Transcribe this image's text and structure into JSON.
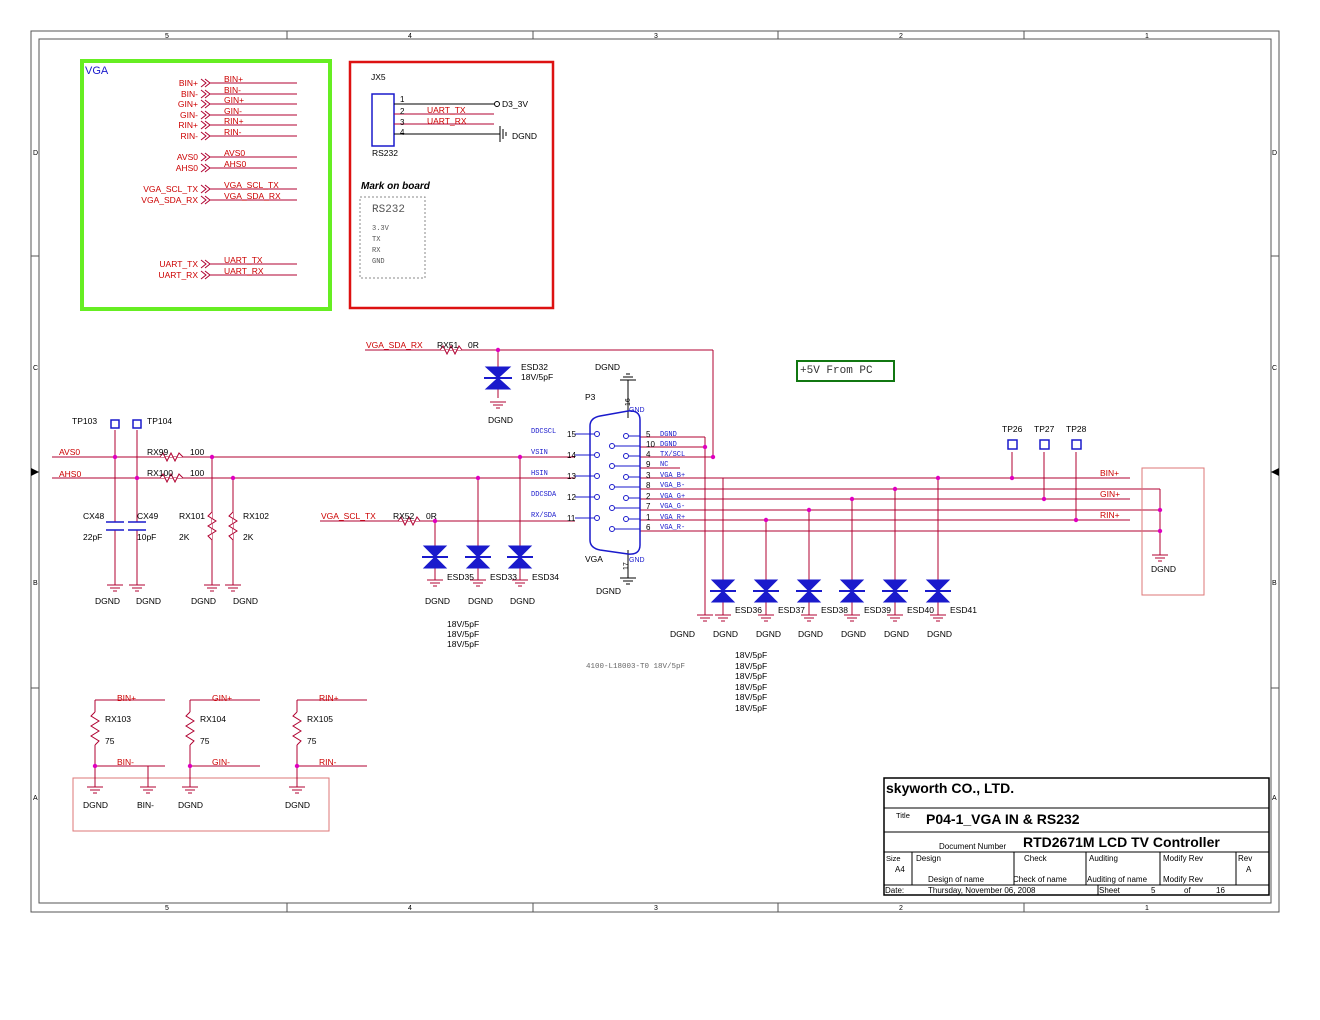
{
  "border": {
    "columns": [
      "5",
      "4",
      "3",
      "2",
      "1"
    ],
    "rows": [
      "D",
      "C",
      "B",
      "A"
    ]
  },
  "vga_block": {
    "title": "VGA",
    "left_labels": [
      "BIN+",
      "BIN-",
      "GIN+",
      "GIN-",
      "RIN+",
      "RIN-",
      "AVS0",
      "AHS0",
      "VGA_SCL_TX",
      "VGA_SDA_RX",
      "UART_TX",
      "UART_RX"
    ],
    "right_labels": [
      "BIN+",
      "BIN-",
      "GIN+",
      "GIN-",
      "RIN+",
      "RIN-",
      "AVS0",
      "AHS0",
      "VGA_SCL_TX",
      "VGA_SDA_RX",
      "UART_TX",
      "UART_RX"
    ]
  },
  "rs232_block": {
    "ref": "JX5",
    "part": "RS232",
    "pins": [
      "1",
      "2",
      "3",
      "4"
    ],
    "nets": [
      "UART_TX",
      "UART_RX"
    ],
    "power": "D3_3V",
    "ground": "DGND",
    "mark_heading": "Mark on board",
    "mark_title": "RS232",
    "mark_lines": [
      "3.3V",
      "TX",
      "RX",
      "GND"
    ]
  },
  "note_5v": "+5V From PC",
  "esd32": {
    "ref": "ESD32",
    "value": "18V/5pF",
    "gnd": "DGND"
  },
  "rx51": {
    "ref": "RX51",
    "value": "0R",
    "net": "VGA_SDA_RX"
  },
  "rx52": {
    "ref": "RX52",
    "value": "0R",
    "net": "VGA_SCL_TX"
  },
  "test_points": [
    "TP103",
    "TP104",
    "TP26",
    "TP27",
    "TP28"
  ],
  "left_nets": {
    "avs": "AVS0",
    "ahs": "AHS0"
  },
  "rx99": {
    "ref": "RX99",
    "value": "100"
  },
  "rx100": {
    "ref": "RX100",
    "value": "100"
  },
  "cx48": {
    "ref": "CX48",
    "value": "22pF"
  },
  "cx49": {
    "ref": "CX49",
    "value": "10pF"
  },
  "rx101": {
    "ref": "RX101",
    "value": "2K"
  },
  "rx102": {
    "ref": "RX102",
    "value": "2K"
  },
  "gnd_label": "DGND",
  "p3": {
    "ref": "P3",
    "name": "VGA",
    "pin_top": "16",
    "pin_top_net": "GND",
    "pin_bot": "17",
    "pin_bot_net": "GND",
    "left_pins": [
      {
        "net": "DDCSCL",
        "pin": "15"
      },
      {
        "net": "VSIN",
        "pin": "14"
      },
      {
        "net": "HSIN",
        "pin": "13"
      },
      {
        "net": "DDCSDA",
        "pin": "12"
      },
      {
        "net": "RX/SDA",
        "pin": "11"
      }
    ],
    "right_pins": [
      {
        "pin": "5",
        "net": "DGND"
      },
      {
        "pin": "10",
        "net": "DGND"
      },
      {
        "pin": "4",
        "net": "TX/SCL"
      },
      {
        "pin": "9",
        "net": "NC"
      },
      {
        "pin": "3",
        "net": "VGA_B+"
      },
      {
        "pin": "8",
        "net": "VGA_B-"
      },
      {
        "pin": "2",
        "net": "VGA_G+"
      },
      {
        "pin": "7",
        "net": "VGA_G-"
      },
      {
        "pin": "1",
        "net": "VGA_R+"
      },
      {
        "pin": "6",
        "net": "VGA_R-"
      }
    ]
  },
  "esd_mid": [
    "ESD35",
    "ESD33",
    "ESD34"
  ],
  "esd_mid_values": [
    "18V/5pF",
    "18V/5pF",
    "18V/5pF"
  ],
  "esd_right": [
    "ESD36",
    "ESD37",
    "ESD38",
    "ESD39",
    "ESD40",
    "ESD41"
  ],
  "esd_right_values": [
    "18V/5pF",
    "18V/5pF",
    "18V/5pF",
    "18V/5pF",
    "18V/5pF",
    "18V/5pF"
  ],
  "part_note": "4100-L18003-T0 18V/5pF",
  "right_nets": [
    "BIN+",
    "GIN+",
    "RIN+"
  ],
  "terminations": [
    {
      "ref": "RX103",
      "value": "75",
      "top": "BIN+",
      "bot": "BIN-",
      "gnd": "DGND"
    },
    {
      "ref": "RX104",
      "value": "75",
      "top": "GIN+",
      "bot": "GIN-",
      "gnd": "DGND"
    },
    {
      "ref": "RX105",
      "value": "75",
      "top": "RIN+",
      "bot": "RIN-",
      "gnd": "DGND"
    }
  ],
  "bin_minus_gnd": "BIN-",
  "title_block": {
    "company": "skyworth  CO.,  LTD.",
    "title_label": "Title",
    "title": "P04-1_VGA IN & RS232",
    "docnum_label": "Document Number",
    "docnum": "RTD2671M LCD TV Controller",
    "size_label": "Size",
    "size": "A4",
    "design_label": "Design",
    "design_name": "Design of name",
    "check_label": "Check",
    "check_name": "Check  of  name",
    "audit_label": "Auditing",
    "audit_name": "Auditing of name",
    "modify_label": "Modify Rev",
    "modify_name": "Modify Rev",
    "rev_label": "Rev",
    "rev": "A",
    "date_label": "Date:",
    "date": "Thursday, November 06, 2008",
    "sheet_label": "Sheet",
    "sheet": "5",
    "of_label": "of",
    "total": "16"
  }
}
